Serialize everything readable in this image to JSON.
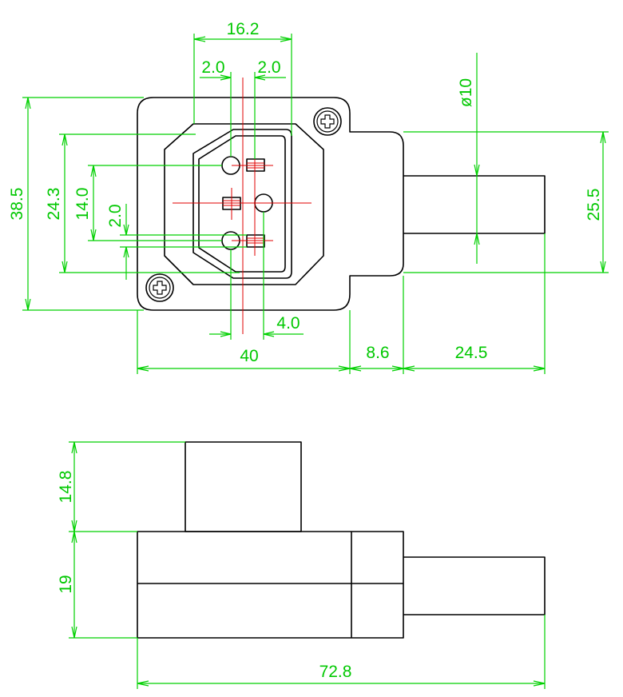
{
  "dimensions": {
    "top_width": "16.2",
    "pin_offset_left": "2.0",
    "pin_offset_right": "2.0",
    "overall_height": "38.5",
    "face_height": "24.3",
    "pin_span": "14.0",
    "pin_gap": "2.0",
    "cable_diameter": "ø10",
    "body_height": "25.5",
    "pin_spacing": "4.0",
    "flange_width": "40",
    "neck_length": "8.6",
    "cable_length": "24.5",
    "top_boss_height": "14.8",
    "body_depth": "19",
    "overall_length": "72.8"
  },
  "colors": {
    "outline": "#000000",
    "dimension": "#00c800",
    "centerline": "#e00000"
  }
}
